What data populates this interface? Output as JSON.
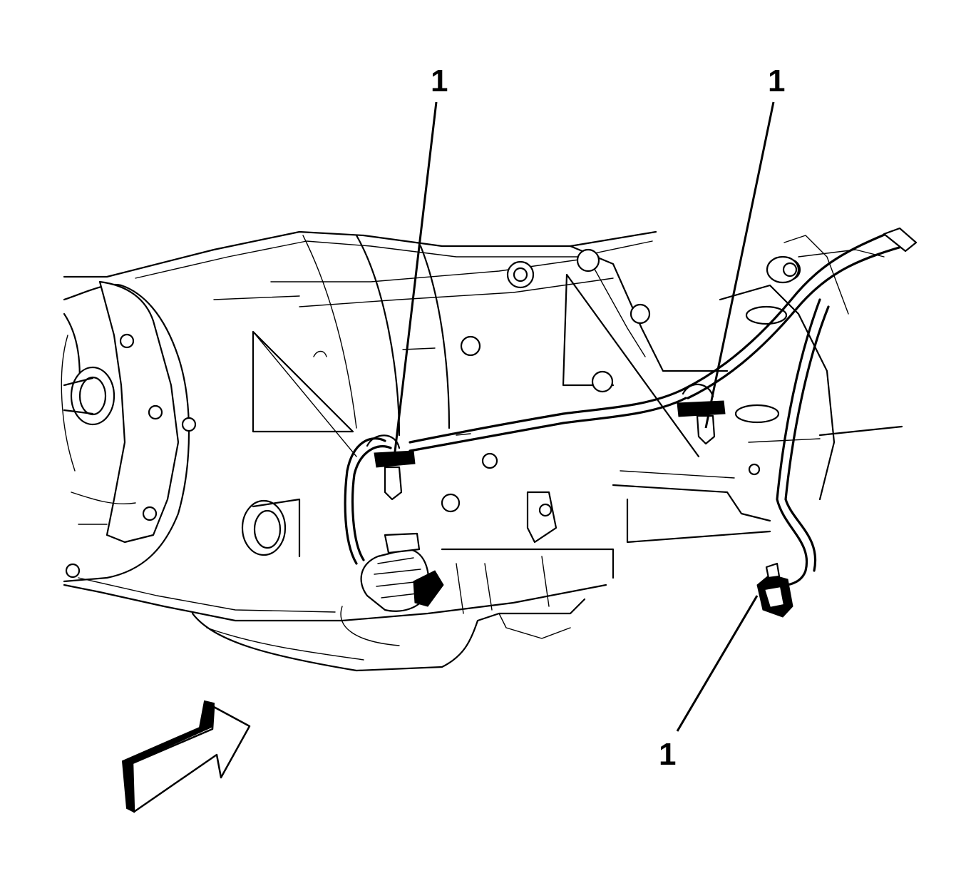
{
  "callouts": [
    {
      "id": "callout-1a",
      "label": "1"
    },
    {
      "id": "callout-1b",
      "label": "1"
    },
    {
      "id": "callout-1c",
      "label": "1"
    }
  ],
  "colors": {
    "ink": "#000000",
    "paper": "#ffffff"
  }
}
